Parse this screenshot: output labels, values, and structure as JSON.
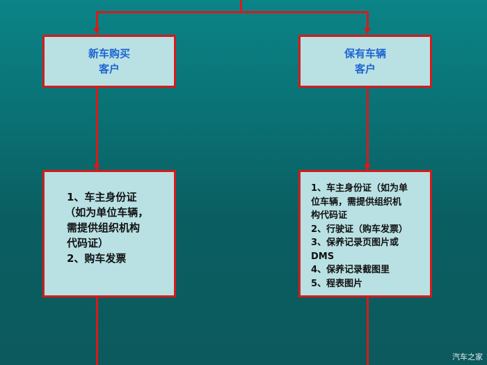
{
  "left_column": {
    "title_line1": "新车购买",
    "title_line2": "客户",
    "requirements": [
      "1、车主身份证",
      " （如为单位车辆，",
      "需提供组织机构",
      "代码证）",
      "2、购车发票"
    ]
  },
  "right_column": {
    "title_line1": "保有车辆",
    "title_line2": "客户",
    "requirements": [
      "1、车主身份证（如为单",
      "位车辆，需提供组织机",
      "构代码证",
      "2、行驶证（购车发票）",
      "3、保养记录页图片或",
      "DMS",
      "4、保养记录截图里",
      "5、程表图片"
    ]
  },
  "watermark": "汽车之家",
  "colors": {
    "connector": "#d81a1a",
    "box_fill": "#b9e1e4",
    "title_text": "#1e66d0",
    "background": "#0a6f72"
  }
}
